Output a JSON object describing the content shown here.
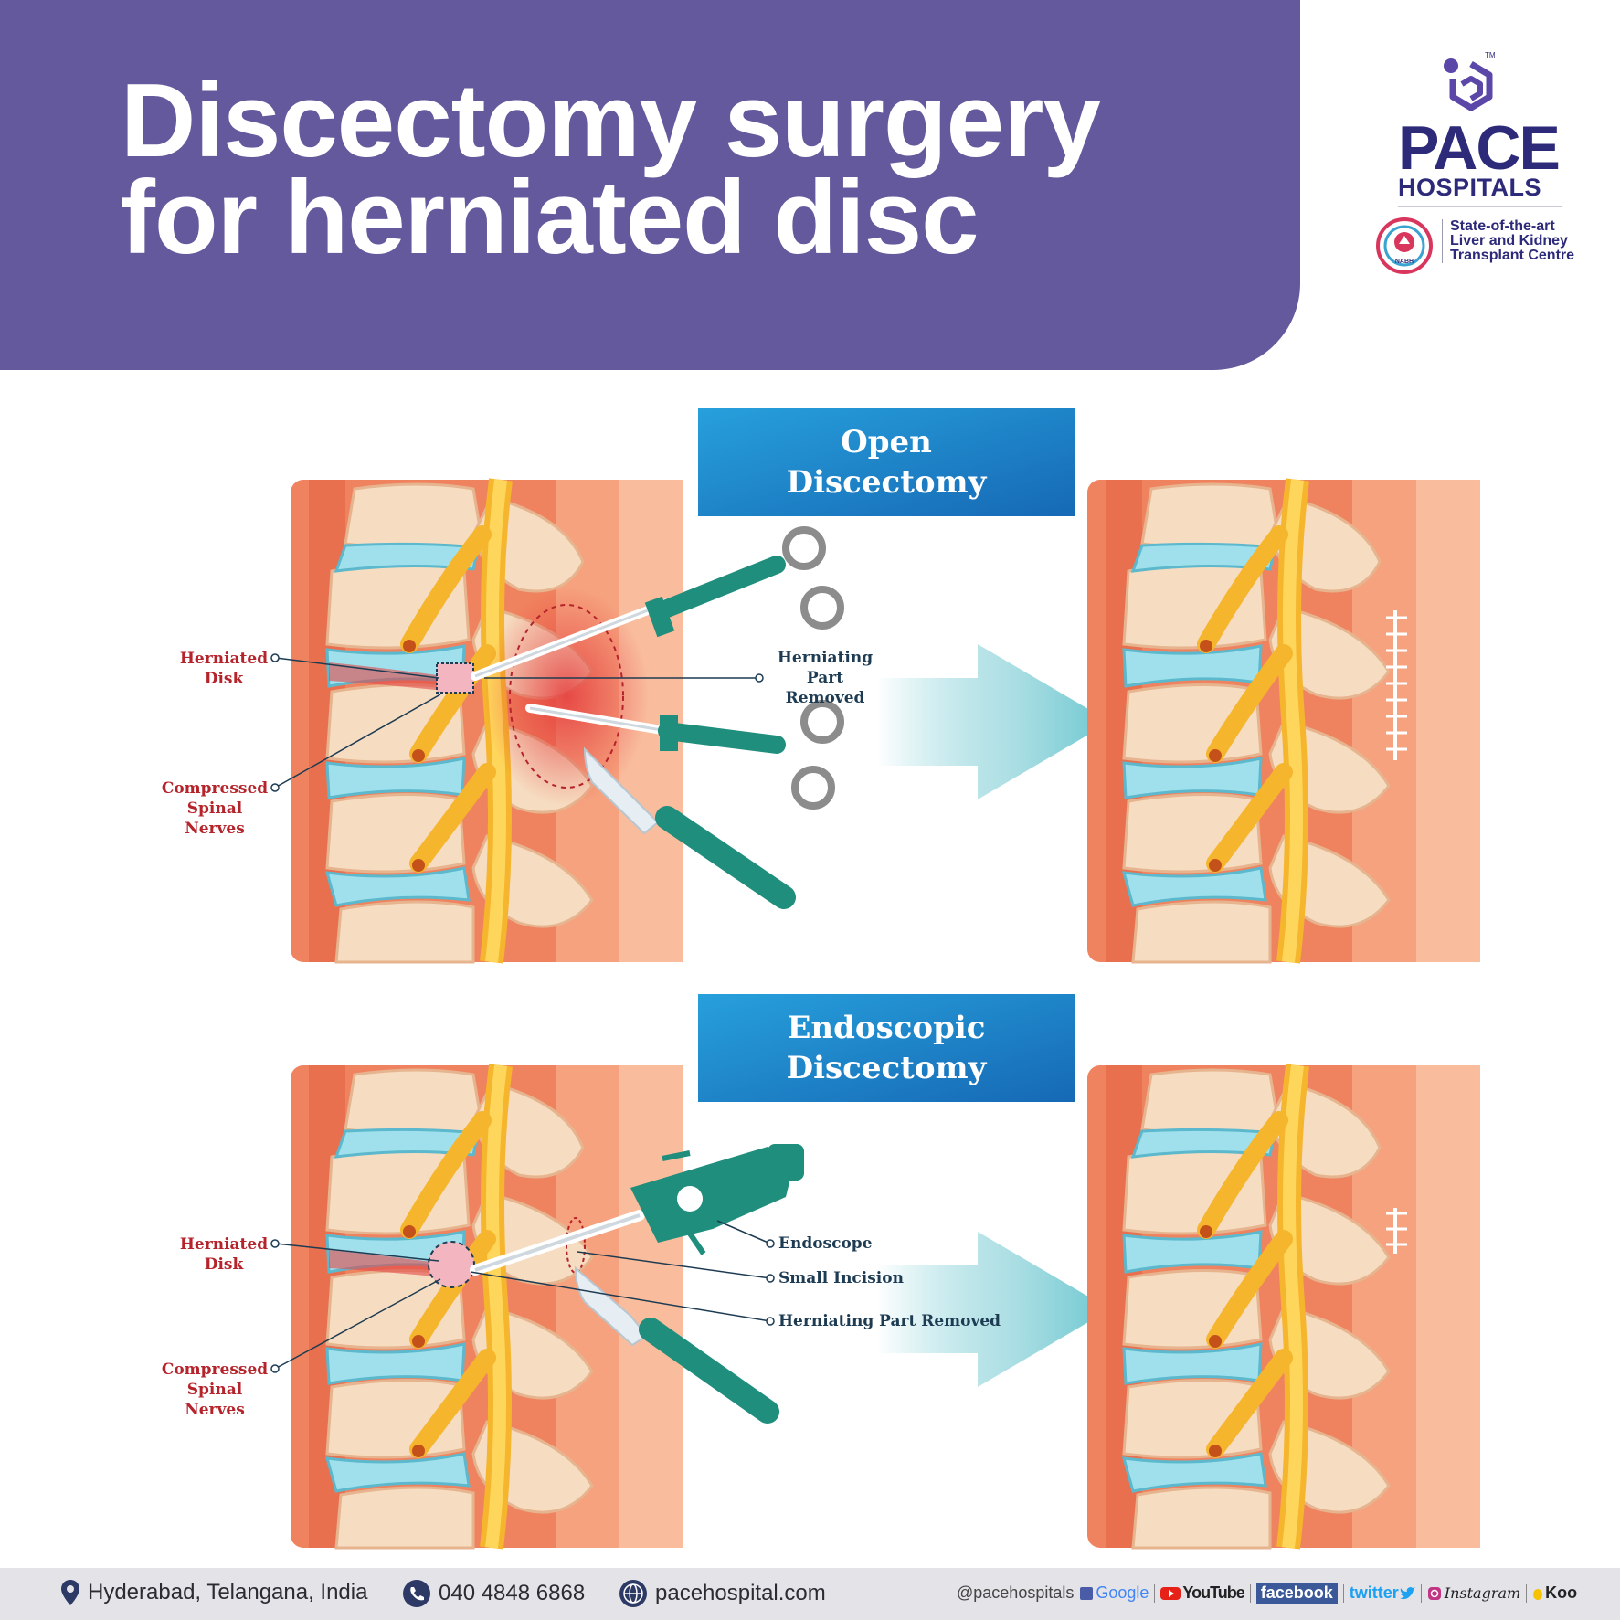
{
  "header": {
    "title_line1": "Discectomy surgery",
    "title_line2": "for herniated disc"
  },
  "logo": {
    "brand": "PACE",
    "sub": "HOSPITALS",
    "tm": "TM",
    "tagline": [
      "State-of-the-art",
      "Liver and Kidney",
      "Transplant Centre"
    ],
    "badge_text": "NABH"
  },
  "open": {
    "heading": [
      "Open",
      "Discectomy"
    ],
    "herniated_disk": [
      "Herniated",
      "Disk"
    ],
    "compressed": [
      "Compressed",
      "Spinal Nerves"
    ],
    "herniating": [
      "Herniating",
      "Part Removed"
    ]
  },
  "endo": {
    "heading": [
      "Endoscopic",
      "Discectomy"
    ],
    "herniated_disk": [
      "Herniated",
      "Disk"
    ],
    "compressed": [
      "Compressed",
      "Spinal Nerves"
    ],
    "endoscope": "Endoscope",
    "incision": "Small Incision",
    "herniating": "Herniating Part Removed"
  },
  "footer": {
    "location": "Hyderabad, Telangana, India",
    "phone": "040 4848 6868",
    "website": "pacehospital.com",
    "handle": "@pacehospitals",
    "social": [
      "Google",
      "YouTube",
      "facebook",
      "twitter",
      "Instagram",
      "Koo"
    ]
  },
  "colors": {
    "banner": "#63599c",
    "heading_box": "#1f7fc4",
    "label_red": "#b5232b",
    "label_dark": "#1d3b52",
    "tool_teal": "#1f8e7c",
    "arrow": "#6cc7d0",
    "body_orange": "#f0835f"
  },
  "icons": [
    "location-pin-icon",
    "phone-icon",
    "globe-icon",
    "google-icon",
    "youtube-icon",
    "facebook-icon",
    "twitter-icon",
    "instagram-icon",
    "koo-icon"
  ]
}
